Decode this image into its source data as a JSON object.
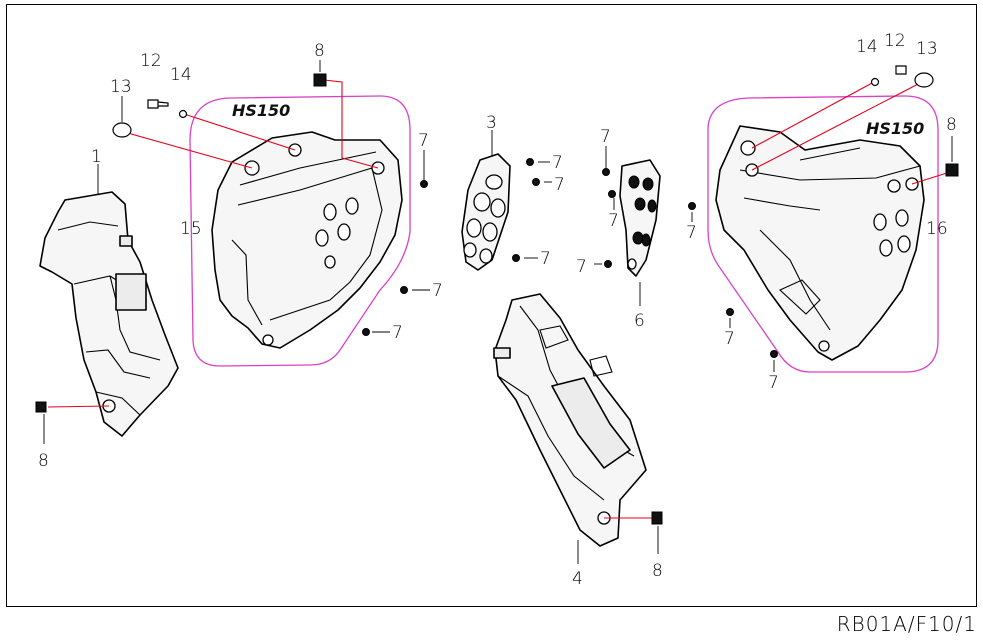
{
  "diagram": {
    "logos": {
      "left_panel": "HS150",
      "right_panel": "HS150"
    },
    "callouts": {
      "c1": "1",
      "c3": "3",
      "c4": "4",
      "c6": "6",
      "c7a": "7",
      "c7b": "7",
      "c7c": "7",
      "c7d": "7",
      "c7e": "7",
      "c7f": "7",
      "c7g": "7",
      "c7h": "7",
      "c7i": "7",
      "c7j": "7",
      "c7k": "7",
      "c7l": "7",
      "c8a": "8",
      "c8b": "8",
      "c8c": "8",
      "c8d": "8",
      "c12a": "12",
      "c12b": "12",
      "c13a": "13",
      "c13b": "13",
      "c14a": "14",
      "c14b": "14",
      "c15": "15",
      "c16": "16"
    }
  },
  "footer": {
    "ref": "RB01A/F10/1"
  }
}
